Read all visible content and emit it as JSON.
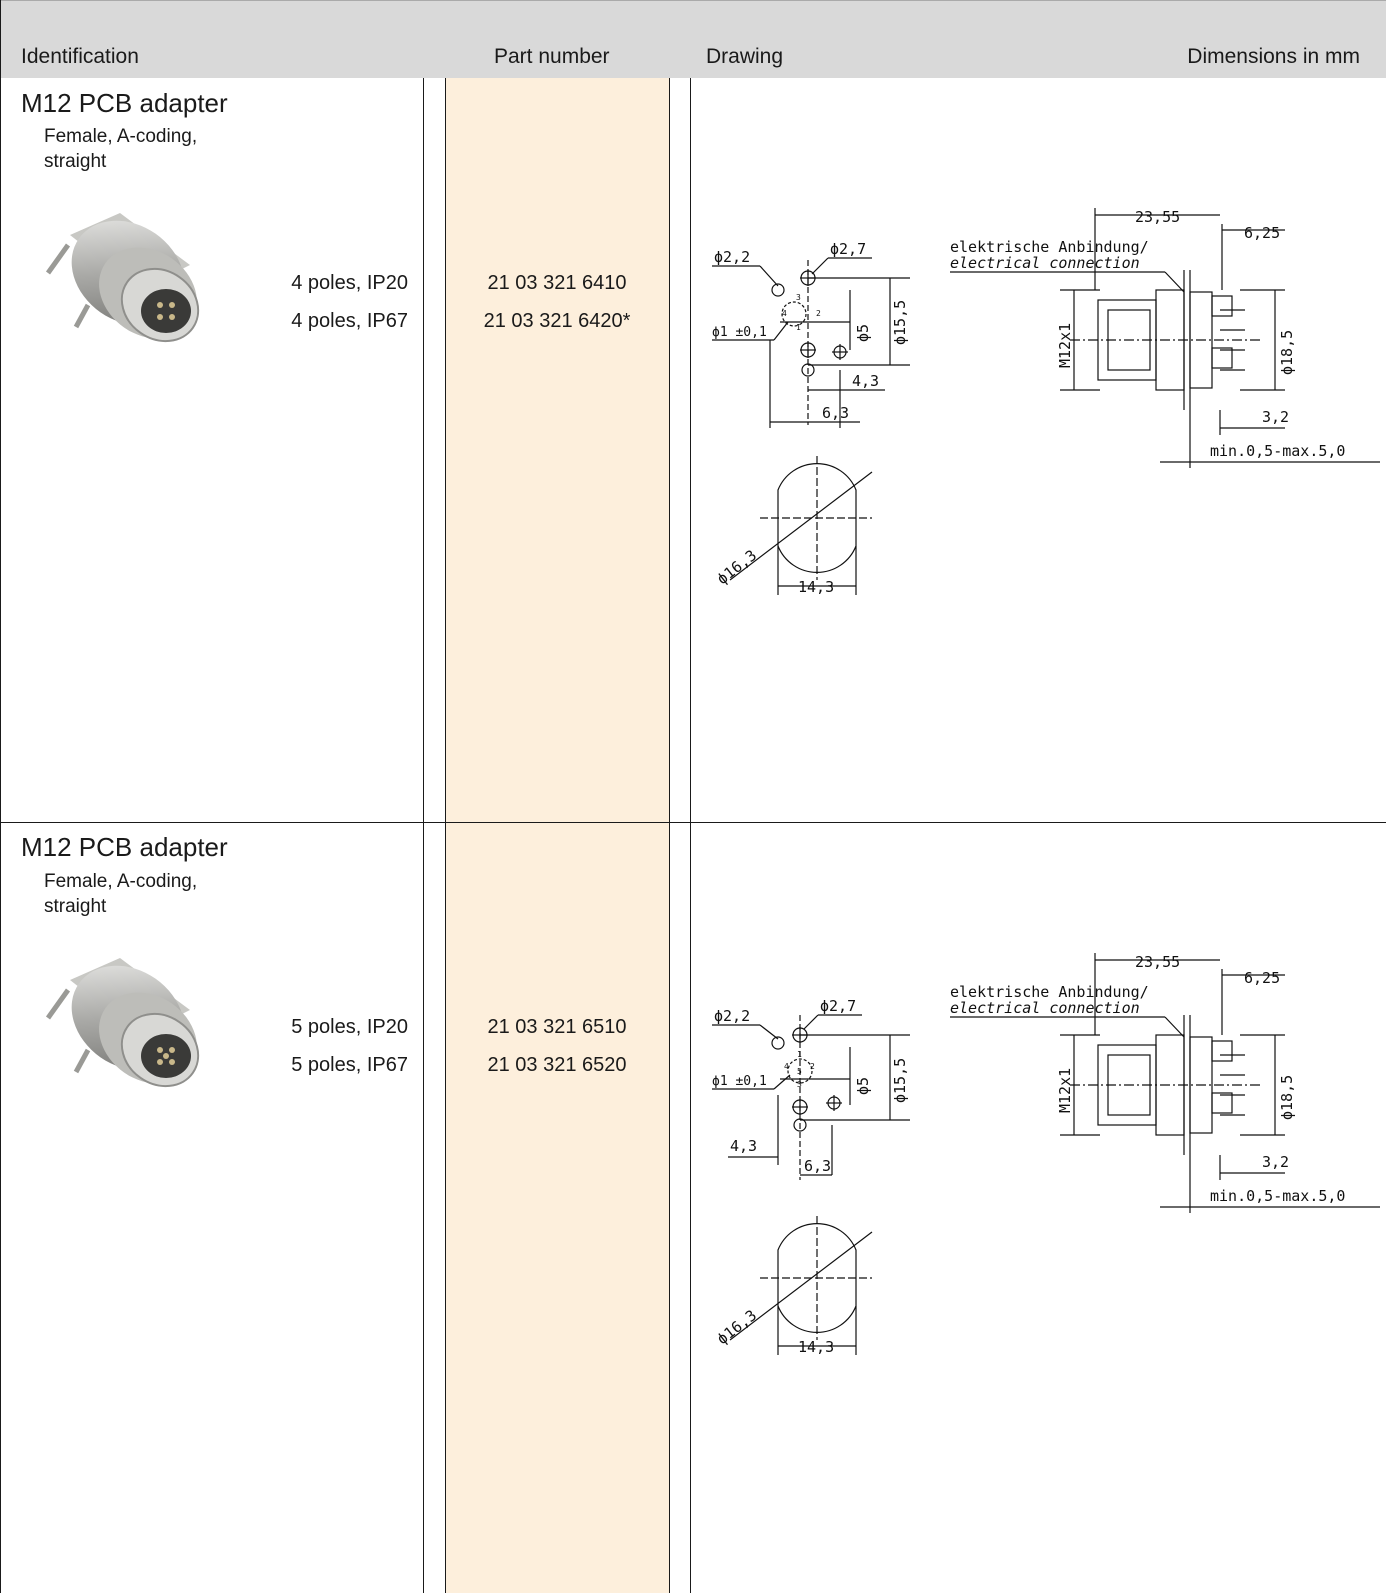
{
  "header": {
    "identification": "Identification",
    "part_number": "Part number",
    "drawing": "Drawing",
    "dimensions": "Dimensions in mm"
  },
  "colors": {
    "header_bg": "#d9d9d9",
    "part_column_bg": "#fdefdc"
  },
  "products": [
    {
      "title": "M12 PCB adapter",
      "subtitle": "Female, A-coding, straight",
      "variants": [
        {
          "desc": "4 poles, IP20",
          "part_number": "21 03 321 6410"
        },
        {
          "desc": "4 poles, IP67",
          "part_number": "21 03 321 6420*"
        }
      ],
      "drawing": {
        "d22": "ϕ2,2",
        "d27": "ϕ2,7",
        "d1": "ϕ1 ±0,1",
        "d5": "ϕ5",
        "d155": "ϕ15,5",
        "d43": "4,3",
        "d63": "6,3",
        "d163": "ϕ16,3",
        "d143": "14,3",
        "d2355": "23,55",
        "d625": "6,25",
        "conn_de": "elektrische Anbindung/",
        "conn_en": "electrical connection",
        "m12": "M12x1",
        "d185": "ϕ18,5",
        "d32": "3,2",
        "panel": "min.0,5-max.5,0",
        "pins": [
          "1",
          "2",
          "3",
          "4"
        ]
      }
    },
    {
      "title": "M12 PCB adapter",
      "subtitle": "Female, A-coding, straight",
      "variants": [
        {
          "desc": "5 poles, IP20",
          "part_number": "21 03 321 6510"
        },
        {
          "desc": "5 poles, IP67",
          "part_number": "21 03 321 6520"
        }
      ],
      "drawing": {
        "d22": "ϕ2,2",
        "d27": "ϕ2,7",
        "d1": "ϕ1 ±0,1",
        "d5": "ϕ5",
        "d155": "ϕ15,5",
        "d43": "4,3",
        "d63": "6,3",
        "d163": "ϕ16,3",
        "d143": "14,3",
        "d2355": "23,55",
        "d625": "6,25",
        "conn_de": "elektrische Anbindung/",
        "conn_en": "electrical connection",
        "m12": "M12x1",
        "d185": "ϕ18,5",
        "d32": "3,2",
        "panel": "min.0,5-max.5,0",
        "pins": [
          "1",
          "2",
          "3",
          "4",
          "5"
        ]
      }
    }
  ]
}
